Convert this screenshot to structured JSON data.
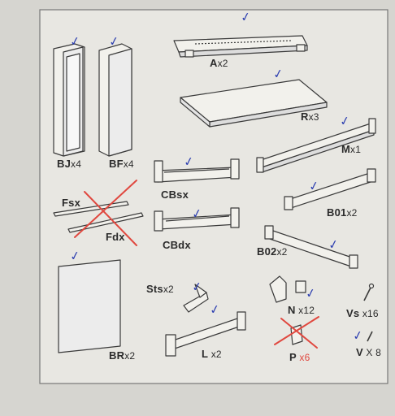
{
  "parts": [
    {
      "id": "A",
      "code": "A",
      "qty": "x2"
    },
    {
      "id": "R",
      "code": "R",
      "qty": "x3"
    },
    {
      "id": "M",
      "code": "M",
      "qty": "x1"
    },
    {
      "id": "BJ",
      "code": "BJ",
      "qty": "x4"
    },
    {
      "id": "BF",
      "code": "BF",
      "qty": "x4"
    },
    {
      "id": "CBsx",
      "code": "CBsx",
      "qty": ""
    },
    {
      "id": "CBdx",
      "code": "CBdx",
      "qty": ""
    },
    {
      "id": "Fsx",
      "code": "Fsx",
      "qty": ""
    },
    {
      "id": "Fdx",
      "code": "Fdx",
      "qty": ""
    },
    {
      "id": "B01",
      "code": "B01",
      "qty": "x2"
    },
    {
      "id": "B02",
      "code": "B02",
      "qty": "x2"
    },
    {
      "id": "BR",
      "code": "BR",
      "qty": "x2"
    },
    {
      "id": "Sts",
      "code": "Sts",
      "qty": "x2"
    },
    {
      "id": "L",
      "code": "L",
      "qty": " x2"
    },
    {
      "id": "N",
      "code": "N",
      "qty": " x12"
    },
    {
      "id": "P",
      "code": "P",
      "qty": " x6"
    },
    {
      "id": "Vs",
      "code": "Vs",
      "qty": " x16"
    },
    {
      "id": "V",
      "code": "V",
      "qty": " X 8"
    }
  ],
  "marks": {
    "check": "✓"
  },
  "colors": {
    "ink": "#2d3fb0",
    "cross": "#e0483f",
    "line": "#3a3a3a",
    "paper": "#e9e8e3"
  }
}
